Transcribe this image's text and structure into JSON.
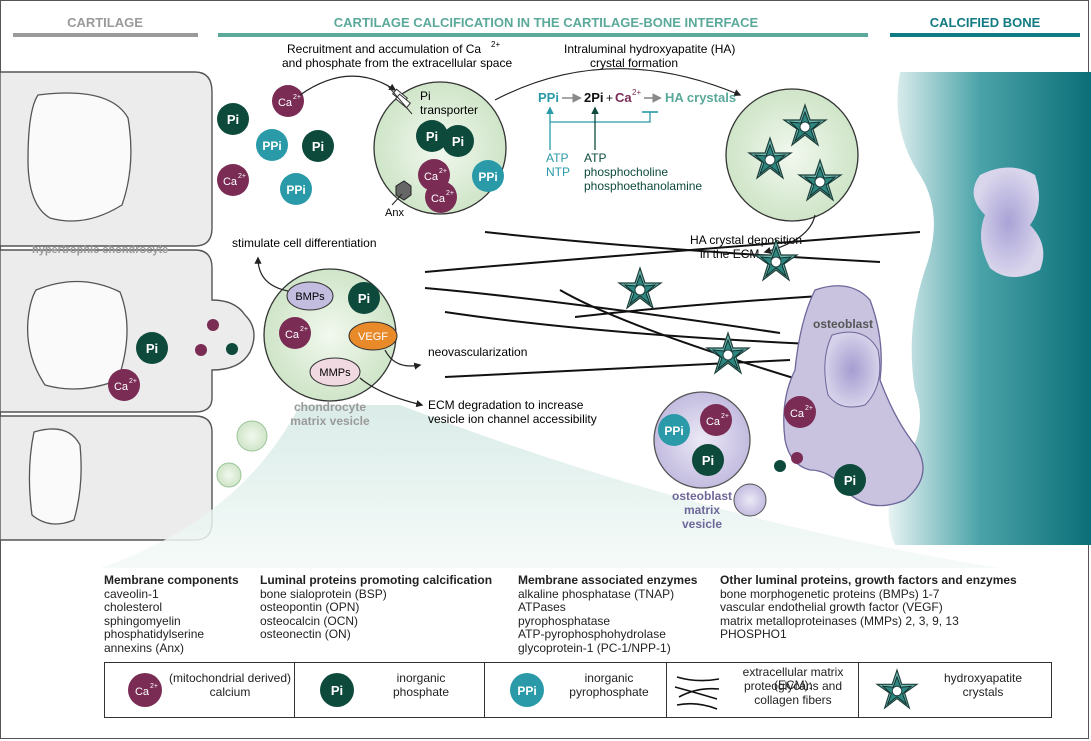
{
  "headers": {
    "cartilage": "CARTILAGE",
    "interface": "CARTILAGE CALCIFICATION IN THE CARTILAGE-BONE INTERFACE",
    "bone": "CALCIFIED BONE"
  },
  "ions": {
    "ca": "Ca",
    "ca_sup": "2+",
    "pi": "Pi",
    "ppi": "PPi"
  },
  "top_labels": {
    "recruitment_line1": "Recruitment and accumulation of Ca",
    "recruitment_sup": "2+",
    "recruitment_line2": "and phosphate  from the extracellular space",
    "intraluminal_line1": "Intraluminal hydroxyapatite (HA)",
    "intraluminal_line2": "crystal formation",
    "pi_transporter_1": "Pi",
    "pi_transporter_2": "transporter",
    "anx": "Anx"
  },
  "reaction": {
    "ppi": "PPi",
    "two_pi": "2Pi",
    "plus": "+",
    "ca": "Ca",
    "ca_sup": "2+",
    "ha": "HA crystals",
    "atp_ntp_1": "ATP",
    "atp_ntp_2": "NTP",
    "atp": "ATP",
    "phosphocholine": "phosphocholine",
    "phosphoethanolamine": "phosphoethanolamine"
  },
  "middle_labels": {
    "stimulate": "stimulate cell differentiation",
    "hypertrophic": "hypertrophic chondrocyte",
    "ha_deposition_1": "HA crystal deposition",
    "ha_deposition_2": "in the ECM",
    "bmps": "BMPs",
    "vegf": "VEGF",
    "mmps": "MMPs",
    "neovascularization": "neovascularization",
    "ecm_deg_1": "ECM degradation to increase",
    "ecm_deg_2": "vesicle ion channel accessibility",
    "chondro_mv_1": "chondrocyte",
    "chondro_mv_2": "matrix vesicle",
    "osteoblast": "osteoblast",
    "osteo_mv_1": "osteoblast",
    "osteo_mv_2": "matrix",
    "osteo_mv_3": "vesicle"
  },
  "columns": [
    {
      "title": "Membrane components",
      "items": [
        "caveolin-1",
        "cholesterol",
        "sphingomyelin",
        "phosphatidylserine",
        "annexins (Anx)"
      ]
    },
    {
      "title": "Luminal proteins promoting calcification",
      "items": [
        "bone sialoprotein (BSP)",
        "osteopontin (OPN)",
        "osteocalcin (OCN)",
        "osteonectin (ON)"
      ]
    },
    {
      "title": "Membrane associated enzymes",
      "items": [
        "alkaline phosphatase (TNAP)",
        "ATPases",
        "pyrophosphatase",
        "ATP-pyrophosphohydrolase",
        "glycoprotein-1 (PC-1/NPP-1)"
      ]
    },
    {
      "title": "Other luminal proteins, growth factors and enzymes",
      "items": [
        "bone morphogenetic proteins (BMPs) 1-7",
        "vascular endothelial growth factor (VEGF)",
        "matrix metalloproteinases (MMPs) 2, 3, 9, 13",
        "PHOSPHO1"
      ]
    }
  ],
  "legend": {
    "ca_1": "(mitochondrial derived)",
    "ca_2": "calcium",
    "pi_1": "inorganic",
    "pi_2": "phosphate",
    "ppi_1": "inorganic",
    "ppi_2": "pyrophosphate",
    "ecm_1": "extracellular matrix (ECM):",
    "ecm_2": "proteoglycans and",
    "ecm_3": "collagen fibers",
    "ha_1": "hydroxyapatite",
    "ha_2": "crystals"
  },
  "colors": {
    "ca": "#7a2c55",
    "pi": "#0d4a3c",
    "ppi": "#2a9aa8",
    "vesicle_fill": "#dcebd6",
    "teal_header": "#5aa99a",
    "bone_teal": "#127a82",
    "osteoblast": "#c9c3e0",
    "vegf": "#e98a2a",
    "cell_gray": "#ececec"
  }
}
